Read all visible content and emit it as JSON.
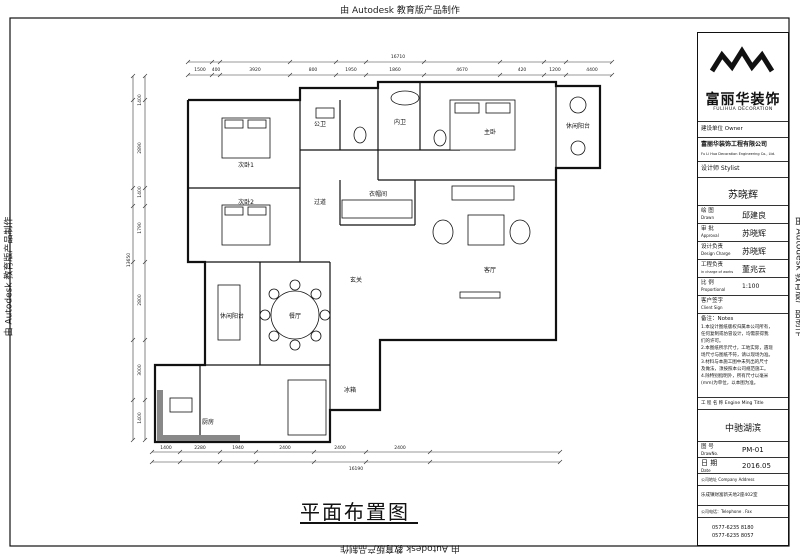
{
  "watermark": "由 Autodesk 教育版产品制作",
  "plan_title": "平面布置图",
  "dimensions": {
    "top_total": "16710",
    "top_segments": [
      "1500",
      "400",
      "3920",
      "800",
      "1950",
      "1860",
      "4670",
      "420",
      "1200",
      "4400"
    ],
    "bottom_total": "16190",
    "bottom_segments": [
      "1400",
      "2280",
      "1940",
      "2400",
      "2400",
      "2400"
    ],
    "left_total": "13650",
    "left_segments": [
      "1400",
      "2890",
      "1400",
      "1790",
      "2800",
      "3000",
      "1400"
    ]
  },
  "rooms": {
    "bedroom2": "次卧1",
    "bedroom3": "次卧2",
    "master": "主卧",
    "bath1": "公卫",
    "bath2": "内卫",
    "leisure_balcony": "休闲阳台",
    "living": "客厅",
    "dining": "餐厅",
    "kitchen": "厨房",
    "corridor": "过道",
    "foyer": "玄关",
    "cloakroom": "衣帽间",
    "laundry_balcony": "休闲阳台",
    "fridge": "冰箱"
  },
  "title_block": {
    "company_name": "富丽华装饰",
    "company_en": "FULIHUA DECORATION",
    "construction_unit_label": "建设单位 Owner",
    "construction_unit": "富丽华装饰工程有限公司",
    "construction_unit_en": "Fu Li Hua Decoration Engineering Co., Ltd.",
    "designer_label": "设计师 Stylist",
    "designer": "苏晓辉",
    "drawn_label": "绘 图",
    "drawn_en": "Drawn",
    "drawn": "邱建良",
    "approval_label": "审 批",
    "approval_en": "Approval",
    "approval": "苏晓辉",
    "design_lead_label": "设计负责",
    "design_lead_en": "Design Charge",
    "design_lead": "苏晓辉",
    "engineer_label": "工程负责",
    "engineer_en": "in charge of works",
    "engineer": "董兆云",
    "scale_label": "比 例",
    "scale_en": "Proportional",
    "scale": "1:100",
    "client_label": "客户签字",
    "client_en": "Client Sign",
    "notes_label": "备注：Notes",
    "notes": [
      "1.本设计图纸版权归属本公司所有，",
      "任何复制或仿冒设计，均需获得我",
      "们的许可。",
      "2.本图纸所示尺寸，工地实际，遇现",
      "场尺寸与图纸不符，请以现场为准。",
      "3.材料与本施工图中未列出的尺寸",
      "及做法，须按照本公司规范施工。",
      "4.除特别指明外，所有尺寸以毫米",
      "(mm)为单位，以本图为准。"
    ],
    "project_label": "工 程 名 称  Engine Ming Title",
    "project": "中驰湖滨",
    "drawing_no_label": "图 号",
    "drawing_no_en": "DrawNo.",
    "drawing_no": "PM-01",
    "date_label": "日 期",
    "date_en": "Date",
    "date": "2016.05",
    "address_label": "公司地址 Company Address",
    "address": "乐成镇财富新天地2座402室",
    "phone_label": "公司电话：Telephone . Fax",
    "phone1": "0577-6235 8180",
    "phone2": "0577-6235 8057"
  }
}
